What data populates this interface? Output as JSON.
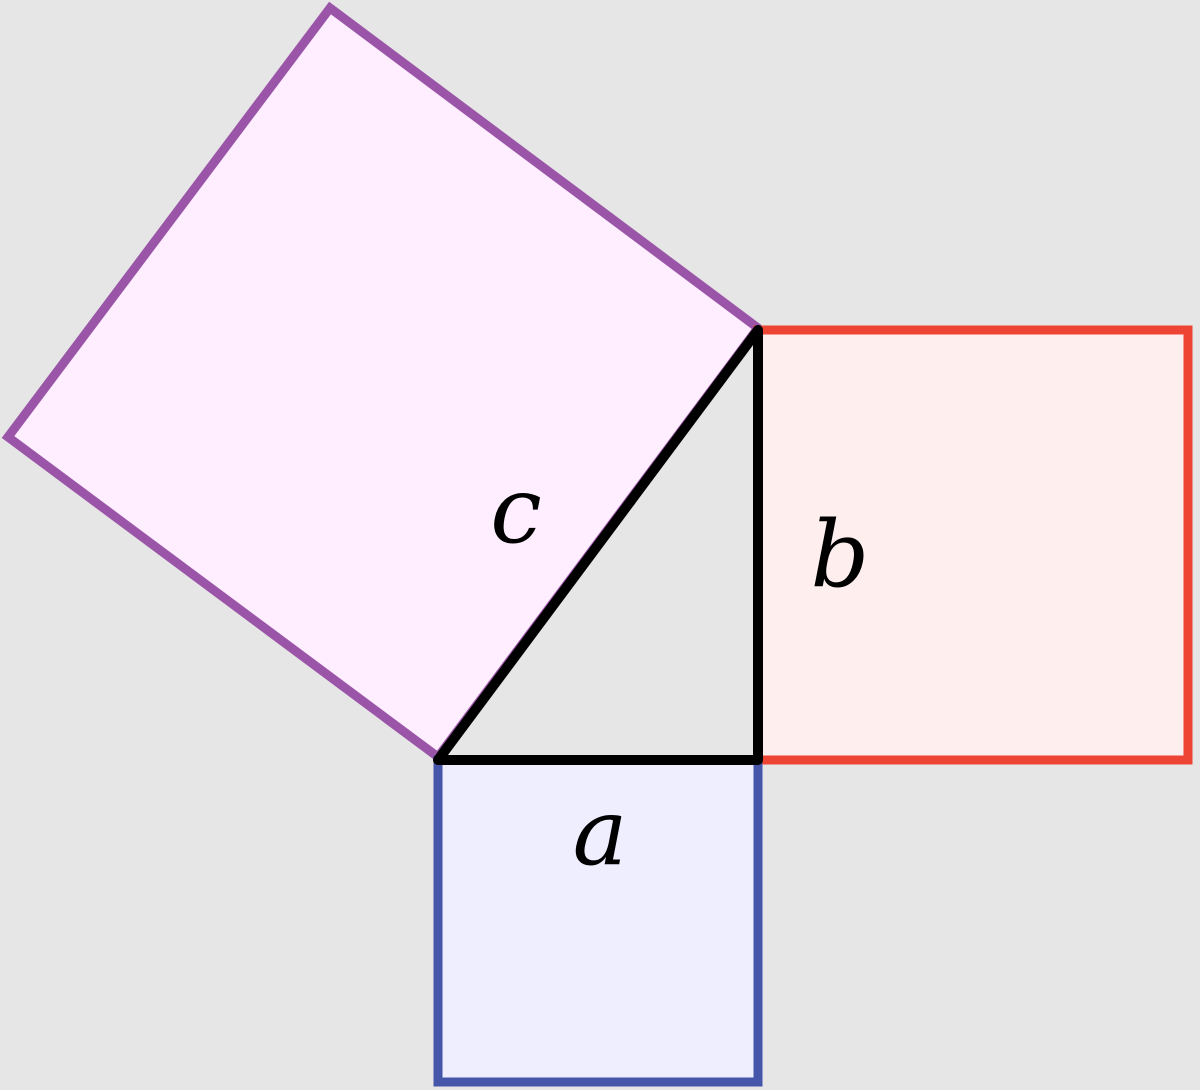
{
  "colors": {
    "background": "#e6e6e6",
    "square_c_fill": "#ffeeff",
    "square_c_stroke": "#9b55a8",
    "square_b_fill": "#ffeeee",
    "square_b_stroke": "#ee4433",
    "square_a_fill": "#eeeeff",
    "square_a_stroke": "#4455aa",
    "triangle_stroke": "#000000"
  },
  "labels": {
    "a": "a",
    "b": "b",
    "c": "c"
  }
}
